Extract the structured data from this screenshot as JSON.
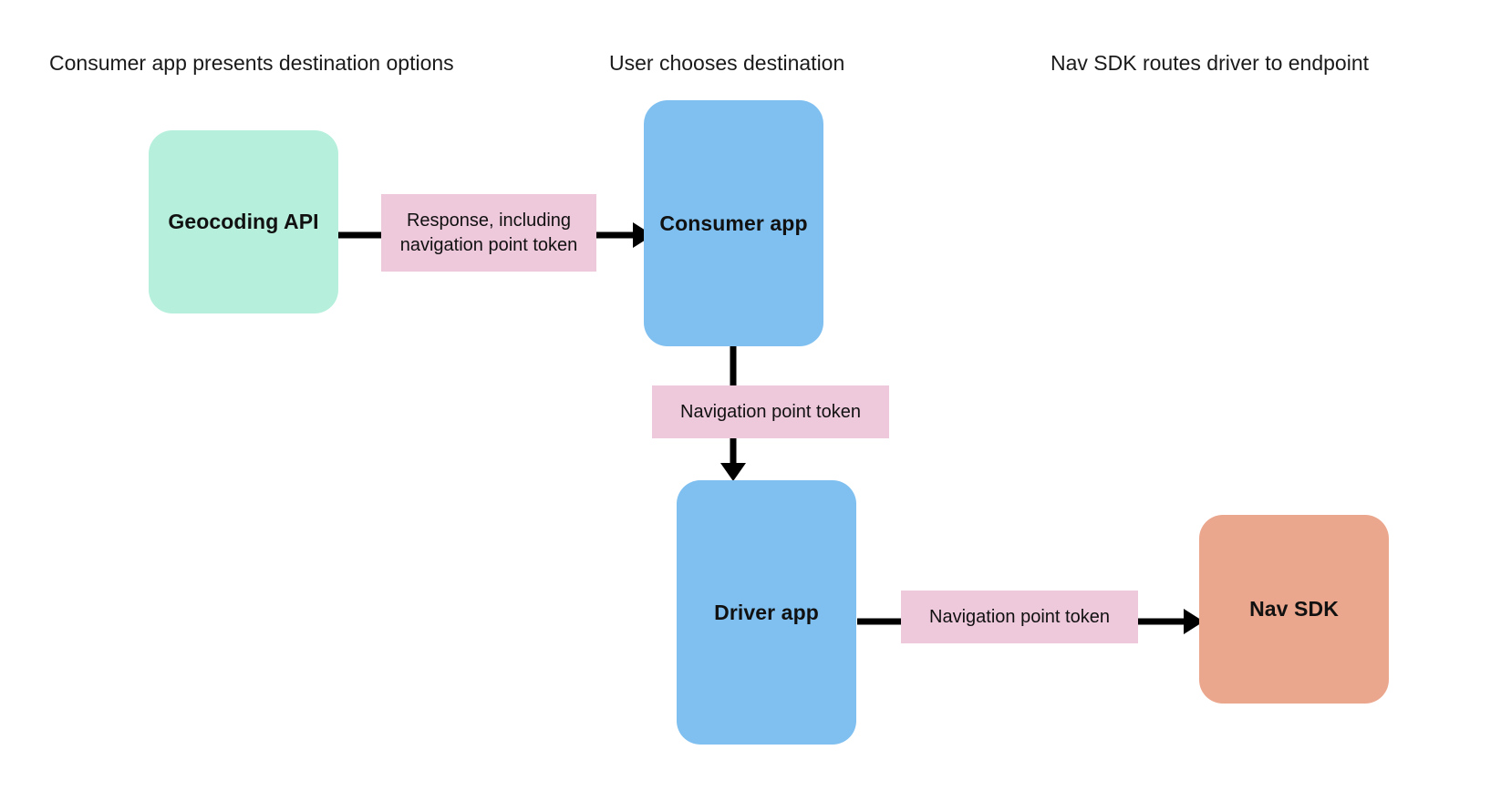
{
  "diagram": {
    "title_bar_headers": [
      {
        "id": "col-1",
        "label": "Consumer app presents destination options"
      },
      {
        "id": "col-2",
        "label": "User chooses destination"
      },
      {
        "id": "col-3",
        "label": "Nav SDK routes driver to endpoint"
      }
    ],
    "nodes": [
      {
        "id": "geocoding-api",
        "label": "Geocoding API",
        "color": "#b6f0dc"
      },
      {
        "id": "consumer-app",
        "label": "Consumer app",
        "color": "#7fc0f0"
      },
      {
        "id": "driver-app",
        "label": "Driver app",
        "color": "#7fc0f0"
      },
      {
        "id": "nav-sdk",
        "label": "Nav SDK",
        "color": "#eba78d"
      }
    ],
    "edge_labels": [
      {
        "id": "label-response",
        "label": "Response, including navigation point token",
        "color": "#eec8db"
      },
      {
        "id": "label-token-vertical",
        "label": "Navigation point token",
        "color": "#eec8db"
      },
      {
        "id": "label-token-horizontal",
        "label": "Navigation point token",
        "color": "#eec8db"
      }
    ],
    "edges": [
      {
        "id": "geocoding-to-consumer",
        "from": "geocoding-api",
        "to": "consumer-app",
        "direction": "right"
      },
      {
        "id": "consumer-to-driver",
        "from": "consumer-app",
        "to": "driver-app",
        "direction": "down"
      },
      {
        "id": "driver-to-navsdk",
        "from": "driver-app",
        "to": "nav-sdk",
        "direction": "right"
      }
    ],
    "colors": {
      "background": "#ffffff",
      "green": "#b6f0dc",
      "blue": "#7fc0f0",
      "orange": "#eba78d",
      "pink": "#eec8db",
      "stroke": "#000000",
      "text": "#111111"
    }
  }
}
